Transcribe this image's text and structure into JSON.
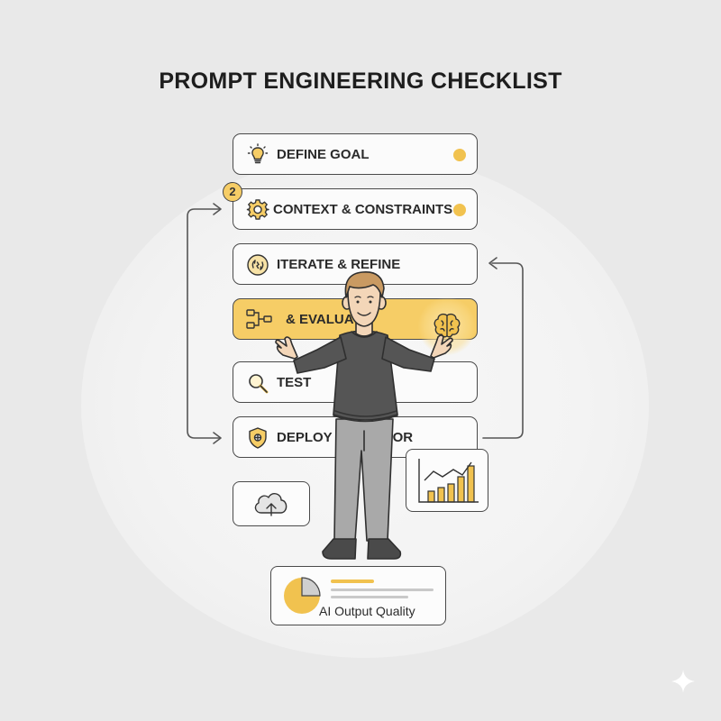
{
  "title": "PROMPT ENGINEERING CHECKLIST",
  "steps": [
    {
      "label": "DEFINE GOAL",
      "icon": "lightbulb-icon",
      "has_dot": true
    },
    {
      "label": "CONTEXT & CONSTRAINTS",
      "icon": "gear-icon",
      "has_dot": true,
      "badge": "2"
    },
    {
      "label": "ITERATE & REFINE",
      "icon": "refine-cycle-icon"
    },
    {
      "label": "& EVALUATE",
      "icon": "flowchart-icon",
      "active": true,
      "side_icon": "brain-icon"
    },
    {
      "label": "TEST",
      "icon": "magnifier-icon"
    },
    {
      "label": "DEPLOY & MONITOR",
      "icon": "shield-icon"
    }
  ],
  "cards": {
    "cloud": {
      "icon": "cloud-upload-icon"
    },
    "chart": {
      "icon": "bar-line-chart-icon"
    },
    "quality": {
      "label": "AI Output Quality",
      "icon": "pie-chart-icon"
    }
  },
  "colors": {
    "accent": "#f6cd66",
    "dot": "#f1c24f",
    "outline": "#4a4a4a",
    "sweater": "#555555",
    "pants": "#a9a9a9"
  }
}
